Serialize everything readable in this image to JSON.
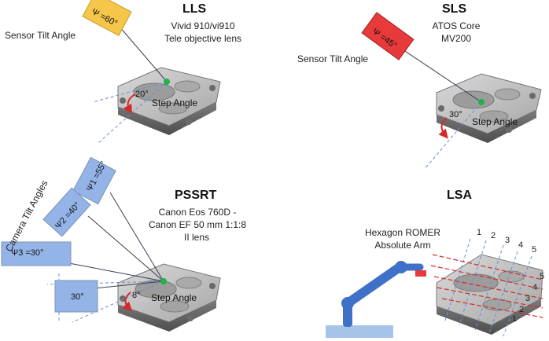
{
  "colors": {
    "sensor_yellow": "#f5c64a",
    "sensor_red": "#e83a3a",
    "camera_blue": "#94b4e8",
    "arm_blue": "#3f71c8",
    "target_green": "#1fb34a",
    "arrow_red": "#d42a2a",
    "dash_blue": "#6d8fc8",
    "base_gray": "#8d8d8d"
  },
  "panels": {
    "lls": {
      "title": "LLS",
      "device": "Vivid 910/vi910",
      "lens": "Tele objective lens",
      "sensor_tilt_label": "Sensor Tilt Angle",
      "psi_label": "Ψ =60°",
      "step_angle_value": "20°",
      "step_angle_label": "Step Angle"
    },
    "sls": {
      "title": "SLS",
      "device": "ATOS Core",
      "model": "MV200",
      "sensor_tilt_label": "Sensor Tilt Angle",
      "psi_label": "Ψ =45°",
      "step_angle_value": "30°",
      "step_angle_label": "Step Angle"
    },
    "pssrt": {
      "title": "PSSRT",
      "camera": "Canon Eos 760D -",
      "lens_line1": "Canon EF 50 mm 1:1:8",
      "lens_line2": "II lens",
      "camera_tilt_label": "Camera Tilt Angles",
      "psi1": "Ψ1 =55°",
      "psi2": "Ψ2 =40°",
      "psi3": "Ψ3 =30°",
      "extra_angle": "30°",
      "step_angle_value": "8°",
      "step_angle_label": "Step Angle"
    },
    "lsa": {
      "title": "LSA",
      "device_line1": "Hexagon ROMER",
      "device_line2": "Absolute Arm",
      "scan_numbers_top": [
        "1",
        "2",
        "3",
        "4",
        "5"
      ],
      "scan_numbers_right": [
        "5",
        "4",
        "3",
        "2",
        "1"
      ]
    }
  }
}
